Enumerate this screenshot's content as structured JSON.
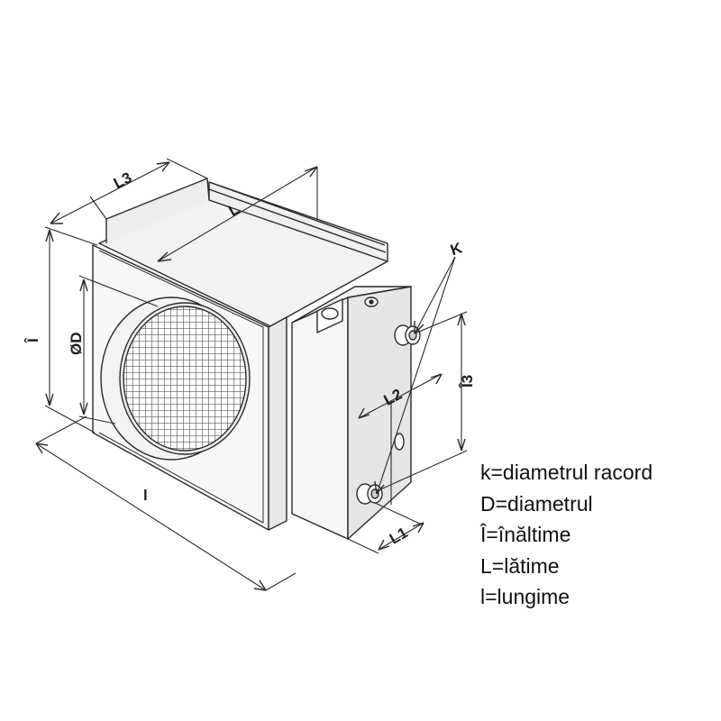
{
  "dimension_labels": {
    "l3": "L3",
    "L": "L",
    "k": "K",
    "i_height": "Î",
    "diameter": "ØD",
    "l2": "L2",
    "i3": "Î3",
    "l": "l",
    "l1": "L1"
  },
  "legend": [
    "k=diametrul racord",
    "D=diametrul",
    "Î=înăltime",
    "L=lătime",
    "l=lungime"
  ],
  "colors": {
    "line": "#2b2b2b",
    "grille": "#555555",
    "face_light": "#f6f6f6",
    "face_shade": "#e6e6e6"
  }
}
